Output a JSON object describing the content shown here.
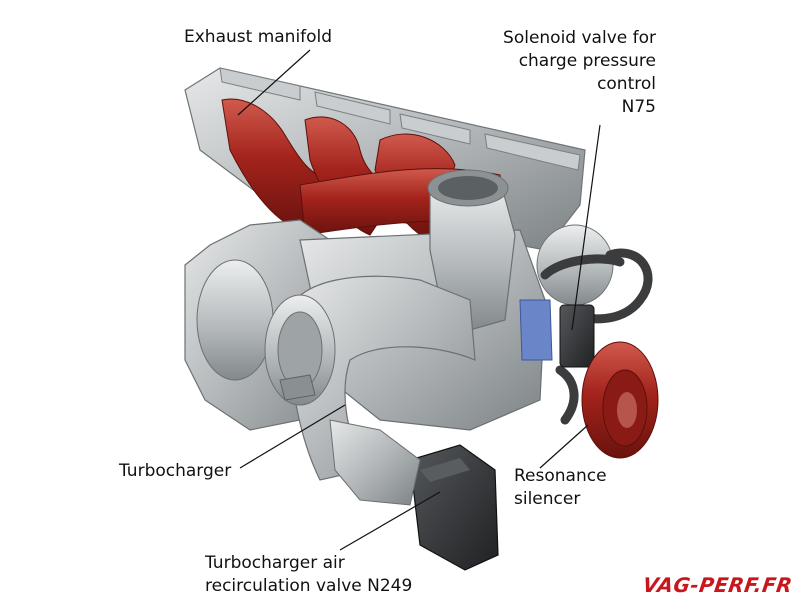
{
  "labels": {
    "exhaust_manifold": "Exhaust manifold",
    "solenoid_valve": [
      "Solenoid valve for",
      "charge pressure",
      "control",
      "N75"
    ],
    "turbocharger": "Turbocharger",
    "resonance_silencer": [
      "Resonance",
      "silencer"
    ],
    "recirculation_valve": [
      "Turbocharger air",
      "recirculation valve N249"
    ]
  },
  "watermark": "VAG-PERF.FR",
  "colors": {
    "manifold_red": "#a3231c",
    "housing_grey": "#b9bdbf",
    "actuator_black": "#2b2d2f",
    "watermark_red": "#c8161d"
  }
}
